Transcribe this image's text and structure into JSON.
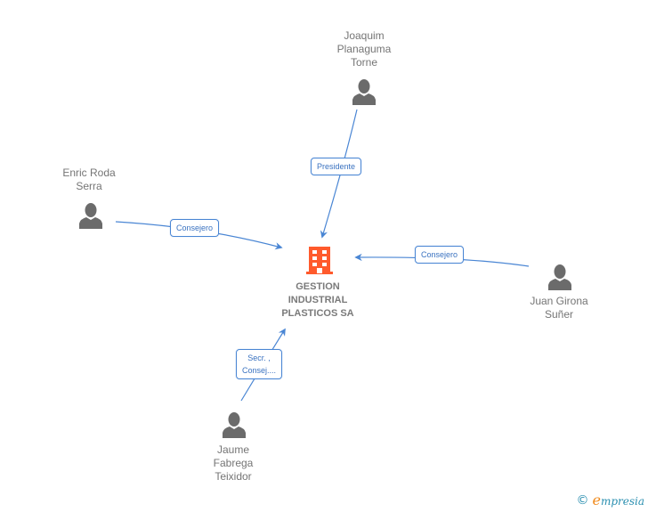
{
  "diagram": {
    "company": {
      "name": "GESTION\nINDUSTRIAL\nPLASTICOS SA",
      "icon": "building-icon",
      "color": "#ff5a2c"
    },
    "people": [
      {
        "id": "joaquim",
        "name": "Joaquim\nPlanaguma\nTorne",
        "icon": "person-icon",
        "role": "Presidente"
      },
      {
        "id": "enric",
        "name": "Enric Roda\nSerra",
        "icon": "person-icon",
        "role": "Consejero"
      },
      {
        "id": "juan",
        "name": "Juan Girona\nSuñer",
        "icon": "person-icon",
        "role": "Consejero"
      },
      {
        "id": "jaume",
        "name": "Jaume\nFabrega\nTeixidor",
        "icon": "person-icon",
        "role": "Secr. ,\nConsej...."
      }
    ],
    "edge_color": "#4a86d4",
    "person_color": "#6b6b6b"
  },
  "footer": {
    "copyright_symbol": "©",
    "brand_initial": "e",
    "brand_rest": "mpresia"
  }
}
